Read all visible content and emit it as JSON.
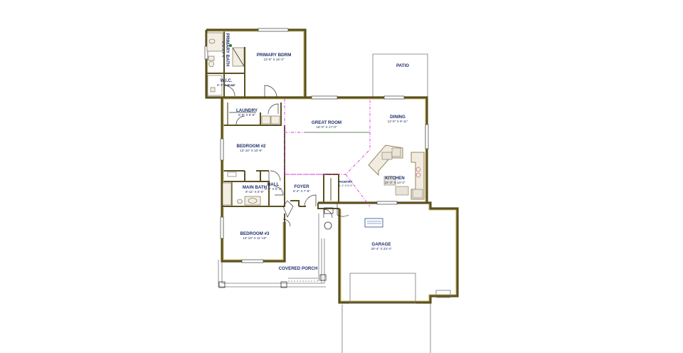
{
  "plan": {
    "rooms": {
      "primary_bdrm": {
        "name": "PRIMARY BDRM",
        "size": "13'-6\" X 15'-2\""
      },
      "primary_bath": {
        "name": "PRIMARY BATH",
        "size": "8'-0\" X 8'-0\""
      },
      "wic": {
        "name": "W.I.C.",
        "size": "8'-1\" X 5'-11\""
      },
      "patio": {
        "name": "PATIO"
      },
      "laundry": {
        "name": "LAUNDRY",
        "size": "6'-6\" X 6'-6\""
      },
      "great_room": {
        "name": "GREAT ROOM",
        "size": "18'-0\" X 17'-0\""
      },
      "dining": {
        "name": "DINING",
        "size": "12'-9\" X 9'-11\""
      },
      "bedroom2": {
        "name": "BEDROOM #2",
        "size": "13'-10\" X 10'-6\""
      },
      "kitchen": {
        "name": "KITCHEN",
        "size": "15'-3\" X 13'-2\""
      },
      "main_bath": {
        "name": "MAIN BATH",
        "size": "9'-11\" X 5'-0\""
      },
      "hall": {
        "name": "HALL",
        "size": "3'-7\" X 5'-1\""
      },
      "pantry": {
        "name": "PANTRY",
        "size": "4'-1\" X 5'-0\""
      },
      "foyer": {
        "name": "FOYER",
        "size": "6'-4\" X 7'-8\""
      },
      "bedroom3": {
        "name": "BEDROOM #3",
        "size": "13'-10\" X 11'-10\""
      },
      "garage": {
        "name": "GARAGE",
        "size": "20'-4\" X 23'-4\""
      },
      "covered_porch": {
        "name": "COVERED PORCH"
      }
    }
  }
}
